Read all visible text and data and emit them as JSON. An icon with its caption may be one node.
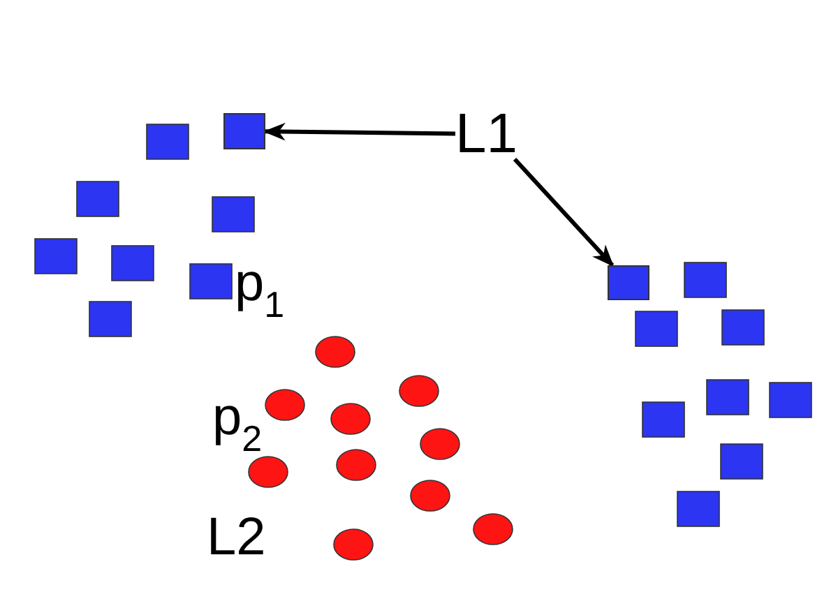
{
  "diagram": {
    "nodes": [
      {
        "text": [
          "L1"
        ]
      },
      {
        "text": [],
        "shape": "box"
      },
      {
        "text": [],
        "shape": "box"
      }
    ],
    "edges": [
      {
        "from": 0,
        "to": 1,
        "arrow": "to"
      },
      {
        "from": 0,
        "to": 2,
        "arrow": "to"
      }
    ],
    "labels": [
      "p$_{1}$",
      "p$_{2}$",
      "L2"
    ]
  }
}
